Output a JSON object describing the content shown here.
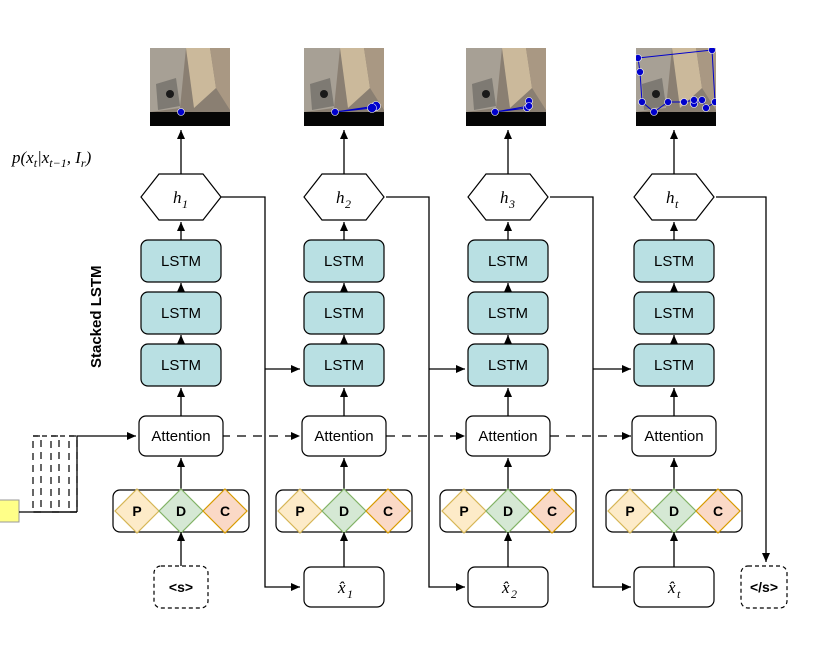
{
  "colors": {
    "lstm_fill": "#b9e0e3",
    "p_fill": "#fdebc8",
    "p_stroke": "#d6b656",
    "d_fill": "#d5e8d4",
    "d_stroke": "#82b366",
    "c_fill": "#fad9c6",
    "c_stroke": "#d79b00",
    "polygon_blue": "#0000cc",
    "feature_yellow": "#ffff88"
  },
  "labels": {
    "probability": "p(x_t | x_{t-1}, I_r)",
    "stacked_lstm": "Stacked LSTM",
    "lstm": "LSTM",
    "attention": "Attention",
    "p": "P",
    "d": "D",
    "c": "C",
    "start_token": "<s>",
    "end_token": "</s>"
  },
  "steps": [
    {
      "h_main": "h",
      "h_sub": "1",
      "x_main": "x̂",
      "x_sub": "1",
      "input_kind": "start"
    },
    {
      "h_main": "h",
      "h_sub": "2",
      "x_main": "x̂",
      "x_sub": "2",
      "input_kind": "prediction"
    },
    {
      "h_main": "h",
      "h_sub": "3",
      "x_main": "x̂",
      "x_sub": "t",
      "input_kind": "prediction"
    },
    {
      "h_main": "h",
      "h_sub": "t",
      "x_main": "",
      "x_sub": "",
      "input_kind": "prediction"
    }
  ]
}
